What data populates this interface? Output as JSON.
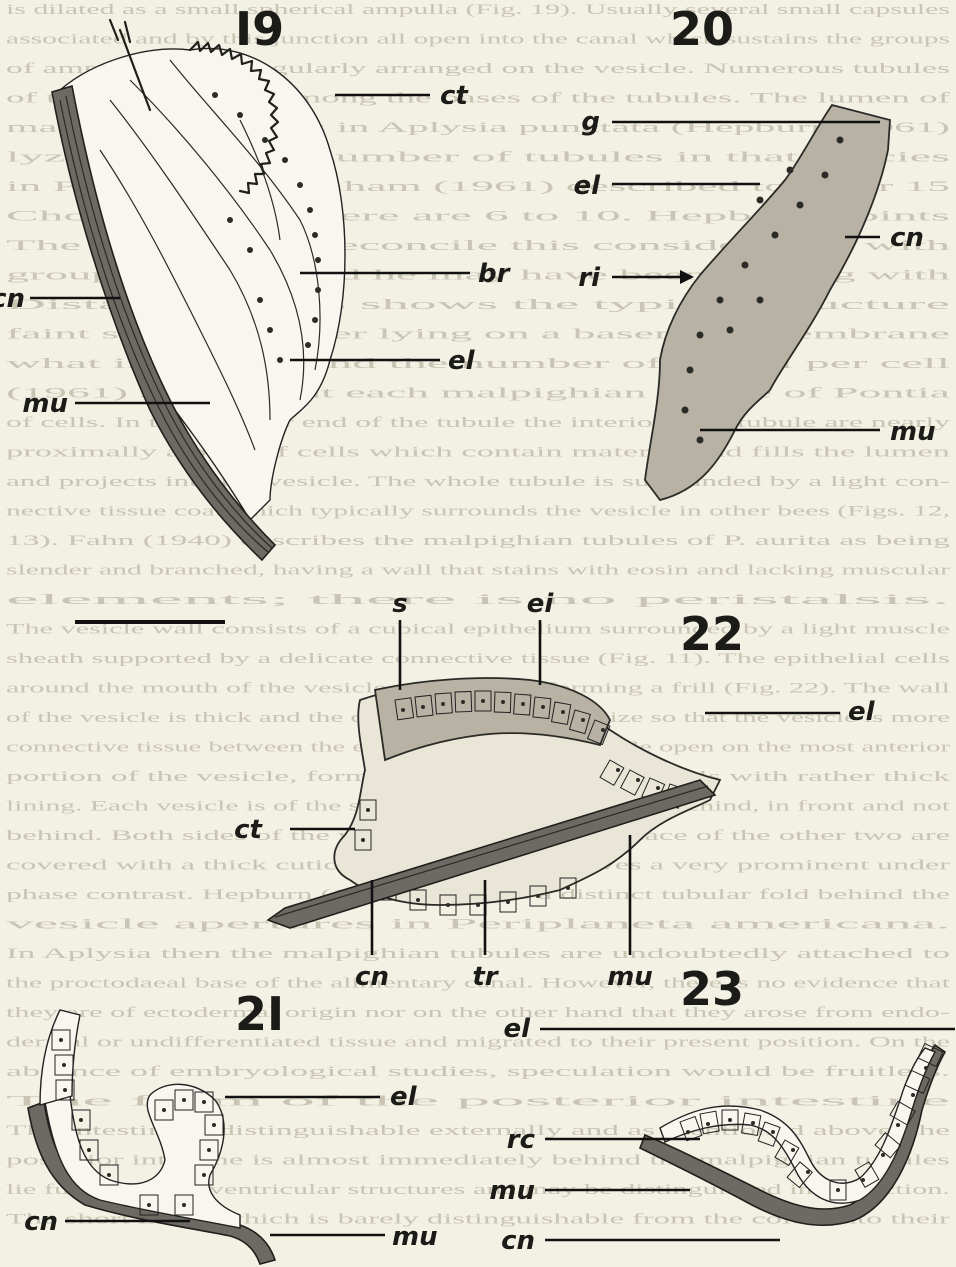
{
  "plate": {
    "figure_numbers": {
      "fig19": "I9",
      "fig20": "20",
      "fig21": "2I",
      "fig22": "22",
      "fig23": "23"
    },
    "labels": {
      "fig19": {
        "ct": "ct",
        "br": "br",
        "cn": "cn",
        "el": "el",
        "mu": "mu"
      },
      "fig20": {
        "g": "g",
        "el": "el",
        "cn": "cn",
        "ri": "ri",
        "mu": "mu"
      },
      "fig22": {
        "s": "s",
        "ei": "ei",
        "el": "el",
        "ct": "ct",
        "cn": "cn",
        "tr": "tr",
        "mu": "mu"
      },
      "fig21": {
        "el": "el",
        "cn": "cn",
        "mu": "mu"
      },
      "fig23": {
        "el": "el",
        "rc": "rc",
        "mu": "mu",
        "cn": "cn"
      }
    }
  },
  "background_text": [
    "is dilated as a small spherical ampulla (Fig. 19). Usually several small capsules",
    "associated and by this junction all open into the canal which sustains the groups",
    "of ampullae are irregularly arranged on the vesicle. Numerous tubules",
    "of the vesicle and among the bases of the tubules. The lumen of",
    "malpighian tubules in Aplysia punctata (Hepburn, 1961)",
    "lyzed a smaller number of tubules in that species",
    "in P. aurita by Runham (1961) described to 10 or 15",
    "Choate (1953) there are 6 to 10. Hepburn points",
    "The two groups reconcile this consideration with",
    "group of 4 to 6 and he may have been dealing with",
    "Distally a cross shows the typical structure",
    "faint striated border lying on a basement membrane",
    "what indistinct and the number of nuclei per cell",
    "(1961) shows that each malpighian tubule of Pontia",
    "of cells. In the anterior end of the tubule the interior each tubule are nearly",
    "proximally a plug of cells which contain material and fills the lumen",
    "and projects into the vesicle. The whole tubule is surrounded by a light con-",
    "nective tissue coat which typically surrounds the vesicle in other bees (Figs. 12,",
    "13). Fahn (1940) describes the malpighian tubules of P. aurita as being",
    "slender and branched, having a wall that stains with eosin and lacking muscular",
    "elements; there is no peristalsis.",
    "The vesicle wall consists of a cubical epithelium surrounded by a light muscle",
    "sheath supported by a delicate connective tissue (Fig. 11). The epithelial cells",
    "around the mouth of the vesicle are very tall forming a frill (Fig. 22). The wall",
    "of the vesicle is thick and the cells are all the same size so that the vesicle is more",
    "connective tissue between the epithelium and the muscle open on the most anterior",
    "portion of the vesicle, forming a band of cubical cells with rather thick",
    "lining. Each vesicle is of the same general type as those behind, in front and not",
    "behind. Both sides of the vesicle at the distal surface of the other two are",
    "covered with a thick cuticular border which gives a very prominent under",
    "phase contrast. Hepburn (1961) describes a distinct tubular fold behind the",
    "vesicle apertures in Periplaneta americana.",
    "In Aplysia then the malpighian tubules are undoubtedly attached to",
    "the proctodaeal base of the alimentary canal. However, there is no evidence that",
    "they are of ectodermal origin nor on the other hand that they arose from endo-",
    "dermal or undifferentiated tissue and migrated to their present position. On the",
    "absence of embryological studies, speculation would be fruitless.",
    "The form of the posterior intestine",
    "The intestine is distinguishable externally and as mentioned above, the",
    "posterior intestine is almost immediately behind the malpighian tubules",
    "lie fused and proventricular structures and may be distinguished in its section.",
    "The short ileum which is barely distinguishable from the colon into their"
  ]
}
